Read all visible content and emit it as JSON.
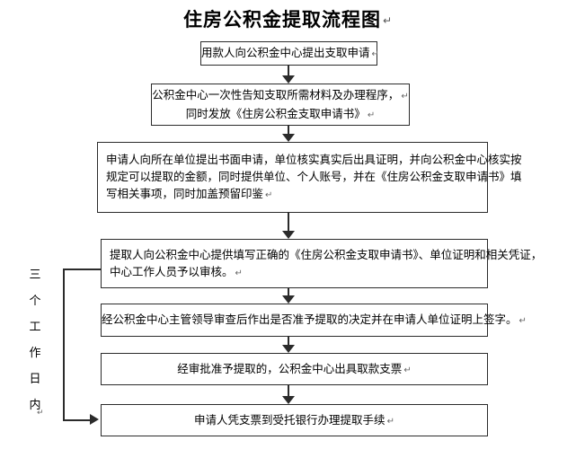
{
  "document": {
    "title": "住房公积金提取流程图",
    "title_edit_mark": "↵",
    "type": "flowchart"
  },
  "side_label": {
    "name": "three-working-days",
    "text": "三个工作日内",
    "characters": [
      "三",
      "个",
      "工",
      "作",
      "日",
      "内"
    ],
    "edit_mark": "↵",
    "orientation": "vertical"
  },
  "flow": {
    "edit_mark": "↵",
    "steps": [
      {
        "id": "step-1",
        "lines": [
          "用款人向公积金中心提出支取申请"
        ],
        "align": "center"
      },
      {
        "id": "step-2",
        "lines": [
          "公积金中心一次性告知支取所需材料及办理程序，",
          "同时发放《住房公积金支取申请书》"
        ],
        "align": "center"
      },
      {
        "id": "step-3",
        "lines": [
          "申请人向所在单位提出书面申请，单位核实真实后出具证明，并向公积金中心核实按",
          "规定可以提取的金额，同时提供单位、个人账号，并在《住房公积金支取申请书》填",
          "写相关事项，同时加盖预留印鉴"
        ],
        "align": "left"
      },
      {
        "id": "step-4",
        "lines": [
          "提取人向公积金中心提供填写正确的《住房公积金支取申请书》、单位证明和相关凭证，",
          "中心工作人员予以审核。"
        ],
        "align": "left"
      },
      {
        "id": "step-5",
        "lines": [
          "经公积金中心主管领导审查后作出是否准予提取的决定并在申请人单位证明上签字。"
        ],
        "align": "center"
      },
      {
        "id": "step-6",
        "lines": [
          "经审批准予提取的，公积金中心出具取款支票"
        ],
        "align": "center"
      },
      {
        "id": "step-7",
        "lines": [
          "申请人凭支票到受托银行办理提取手续"
        ],
        "align": "center"
      }
    ]
  },
  "colors": {
    "line": "#2b2b2b",
    "background": "#ffffff",
    "text": "#000000",
    "edit_mark": "#666666"
  }
}
